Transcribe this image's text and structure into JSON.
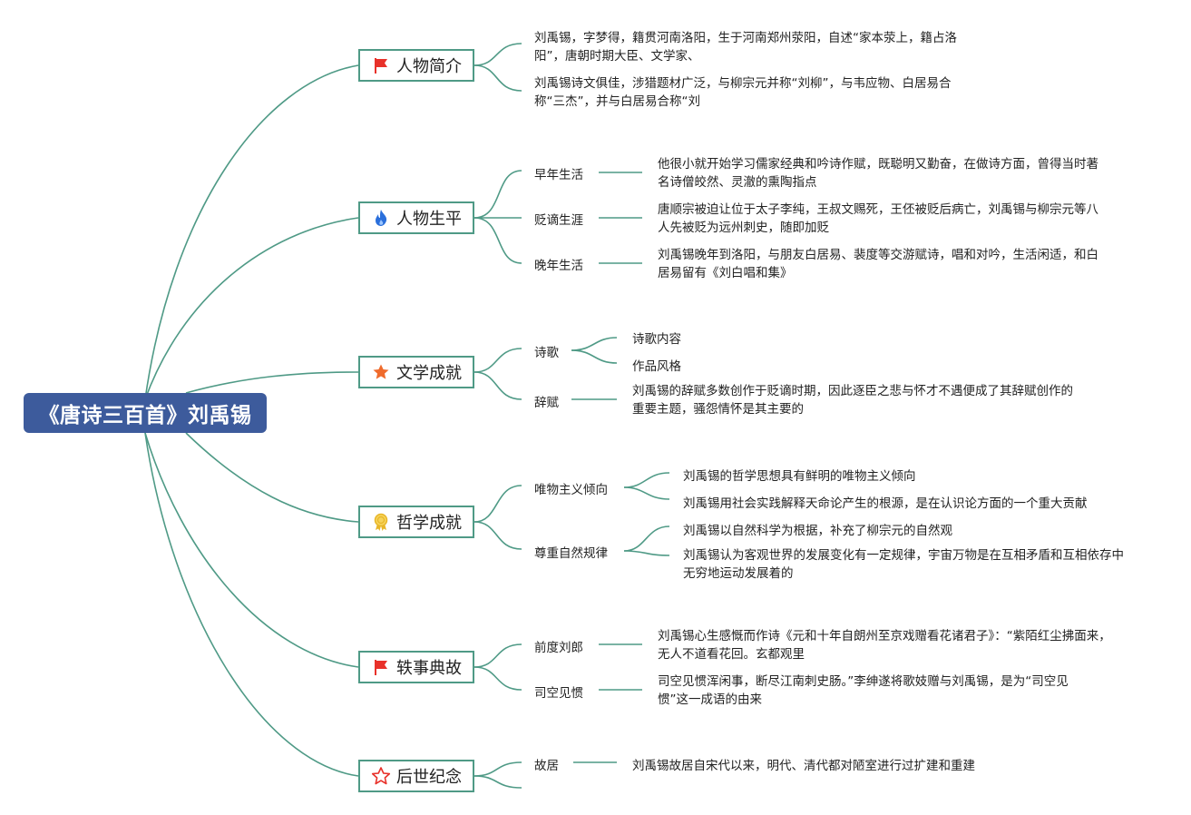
{
  "root": {
    "title": "《唐诗三百首》刘禹锡"
  },
  "colors": {
    "line": "#4f9a86",
    "root_bg": "#3d5b9c",
    "flag": "#e8312a",
    "fire": "#2a6fdb",
    "star": "#ef6b2c",
    "medal": "#e8b628"
  },
  "branches": [
    {
      "label": "人物简介",
      "icon": "flag-icon",
      "descs": [
        "刘禹锡，字梦得，籍贯河南洛阳，生于河南郑州荥阳，自述“家本荥上，籍占洛阳”，唐朝时期大臣、文学家、",
        "刘禹锡诗文俱佳，涉猎题材广泛，与柳宗元并称“刘柳”，与韦应物、白居易合称“三杰”，并与白居易合称“刘"
      ]
    },
    {
      "label": "人物生平",
      "icon": "fire-icon",
      "subs": [
        {
          "label": "早年生活",
          "desc": "他很小就开始学习儒家经典和吟诗作赋，既聪明又勤奋，在做诗方面，曾得当时著名诗僧皎然、灵澈的熏陶指点"
        },
        {
          "label": "贬谪生涯",
          "desc": "唐顺宗被迫让位于太子李纯，王叔文赐死，王伾被贬后病亡，刘禹锡与柳宗元等八人先被贬为远州刺史，随即加贬"
        },
        {
          "label": "晚年生活",
          "desc": "刘禹锡晚年到洛阳，与朋友白居易、裴度等交游赋诗，唱和对吟，生活闲适，和白居易留有《刘白唱和集》"
        }
      ]
    },
    {
      "label": "文学成就",
      "icon": "star-icon",
      "subs": [
        {
          "label": "诗歌",
          "children": [
            "诗歌内容",
            "作品风格"
          ]
        },
        {
          "label": "辞赋",
          "desc": "刘禹锡的辞赋多数创作于贬谪时期，因此逐臣之悲与怀才不遇便成了其辞赋创作的重要主题，骚怨情怀是其主要的"
        }
      ]
    },
    {
      "label": "哲学成就",
      "icon": "medal-icon",
      "subs": [
        {
          "label": "唯物主义倾向",
          "children": [
            "刘禹锡的哲学思想具有鲜明的唯物主义倾向",
            "刘禹锡用社会实践解释天命论产生的根源，是在认识论方面的一个重大贡献"
          ]
        },
        {
          "label": "尊重自然规律",
          "children": [
            "刘禹锡以自然科学为根据，补充了柳宗元的自然观",
            "刘禹锡认为客观世界的发展变化有一定规律，宇宙万物是在互相矛盾和互相依存中无穷地运动发展着的"
          ]
        }
      ]
    },
    {
      "label": "轶事典故",
      "icon": "flag-icon",
      "subs": [
        {
          "label": "前度刘郎",
          "desc": "刘禹锡心生感慨而作诗《元和十年自朗州至京戏赠看花诸君子》：“紫陌红尘拂面来，无人不道看花回。玄都观里"
        },
        {
          "label": "司空见惯",
          "desc": "司空见惯浑闲事，断尽江南刺史肠。”李绅遂将歌妓赠与刘禹锡，是为“司空见惯”这一成语的由来"
        }
      ]
    },
    {
      "label": "后世纪念",
      "icon": "star-outline-icon",
      "subs": [
        {
          "label": "故居",
          "desc": "刘禹锡故居自宋代以来，明代、清代都对陋室进行过扩建和重建"
        }
      ]
    }
  ]
}
